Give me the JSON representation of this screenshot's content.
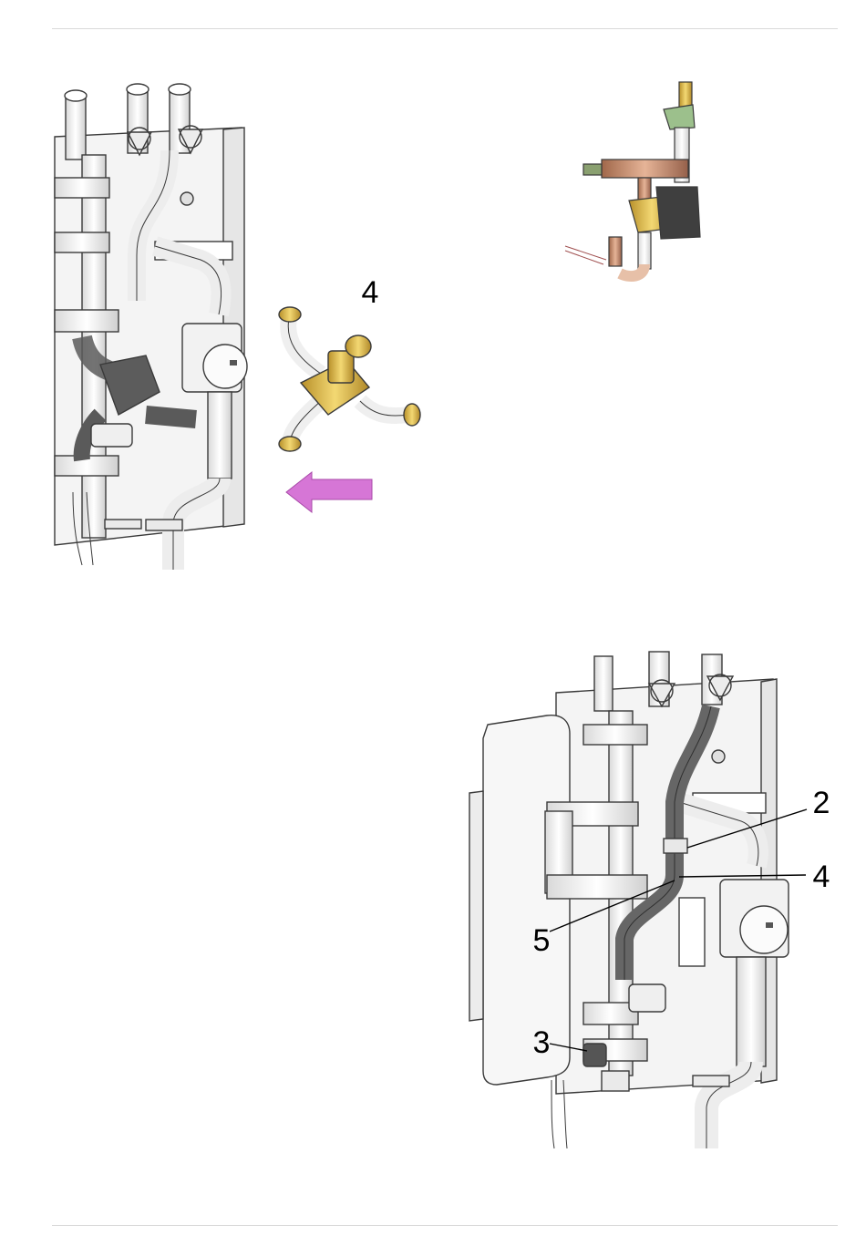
{
  "page": {
    "title": ""
  },
  "figure_top_left": {
    "callouts": {
      "part_label": "4"
    }
  },
  "figure_bottom_right": {
    "callouts": {
      "c2": "2",
      "c4": "4",
      "c5": "5",
      "c3": "3"
    }
  },
  "colors": {
    "arrow": "#d676d6",
    "brass": "#d7b64a",
    "hose": "#6b6b6b",
    "pipe": "#f2f2f2",
    "outline": "#3a3a3a"
  }
}
